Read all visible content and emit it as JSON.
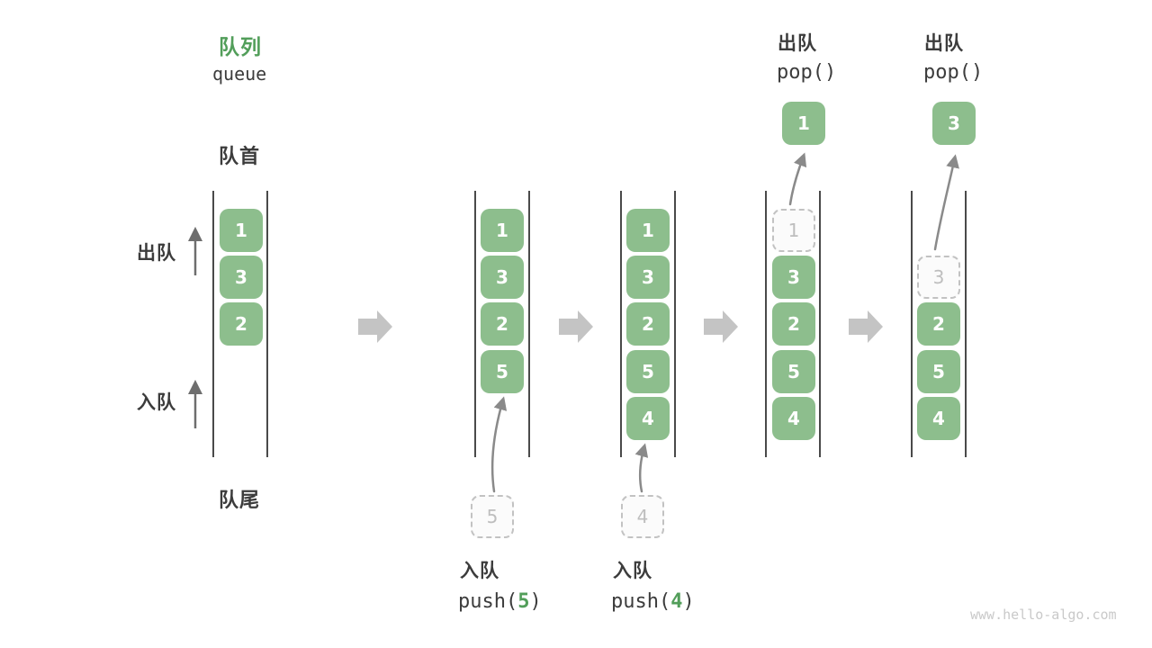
{
  "title": {
    "zh": "队列",
    "en": "queue"
  },
  "labels": {
    "front": "队首",
    "rear": "队尾",
    "dequeue_side": "出队",
    "enqueue_side": "入队"
  },
  "operations": {
    "push5": {
      "label": "入队",
      "code_pre": "push(",
      "code_arg": "5",
      "code_post": ")"
    },
    "push4": {
      "label": "入队",
      "code_pre": "push(",
      "code_arg": "4",
      "code_post": ")"
    },
    "pop1": {
      "label": "出队",
      "code": "pop()",
      "popped_value": "1"
    },
    "pop2": {
      "label": "出队",
      "code": "pop()",
      "popped_value": "3"
    }
  },
  "staged": {
    "push5_value": "5",
    "push4_value": "4"
  },
  "columns": [
    {
      "name": "state-initial",
      "cells": [
        {
          "v": "1"
        },
        {
          "v": "3"
        },
        {
          "v": "2"
        }
      ]
    },
    {
      "name": "state-after-push5",
      "cells": [
        {
          "v": "1"
        },
        {
          "v": "3"
        },
        {
          "v": "2"
        },
        {
          "v": "5"
        }
      ]
    },
    {
      "name": "state-after-push4",
      "cells": [
        {
          "v": "1"
        },
        {
          "v": "3"
        },
        {
          "v": "2"
        },
        {
          "v": "5"
        },
        {
          "v": "4"
        }
      ]
    },
    {
      "name": "state-after-pop1",
      "cells": [
        {
          "v": "1",
          "dashed": true
        },
        {
          "v": "3"
        },
        {
          "v": "2"
        },
        {
          "v": "5"
        },
        {
          "v": "4"
        }
      ]
    },
    {
      "name": "state-after-pop3",
      "cells": [
        {
          "v": "3",
          "dashed": true
        },
        {
          "v": "2"
        },
        {
          "v": "5"
        },
        {
          "v": "4"
        }
      ]
    }
  ],
  "watermark": "www.hello-algo.com",
  "colors": {
    "box_green": "#8dbe8d",
    "accent_green": "#529e5a",
    "text_dark": "#3c3c3c",
    "wall_gray": "#4a4a4a",
    "thin_arrow_gray": "#868686",
    "block_arrow_gray": "#c4c4c4",
    "dashed_gray": "#c2c2c2",
    "watermark_gray": "#c9c9c9"
  }
}
